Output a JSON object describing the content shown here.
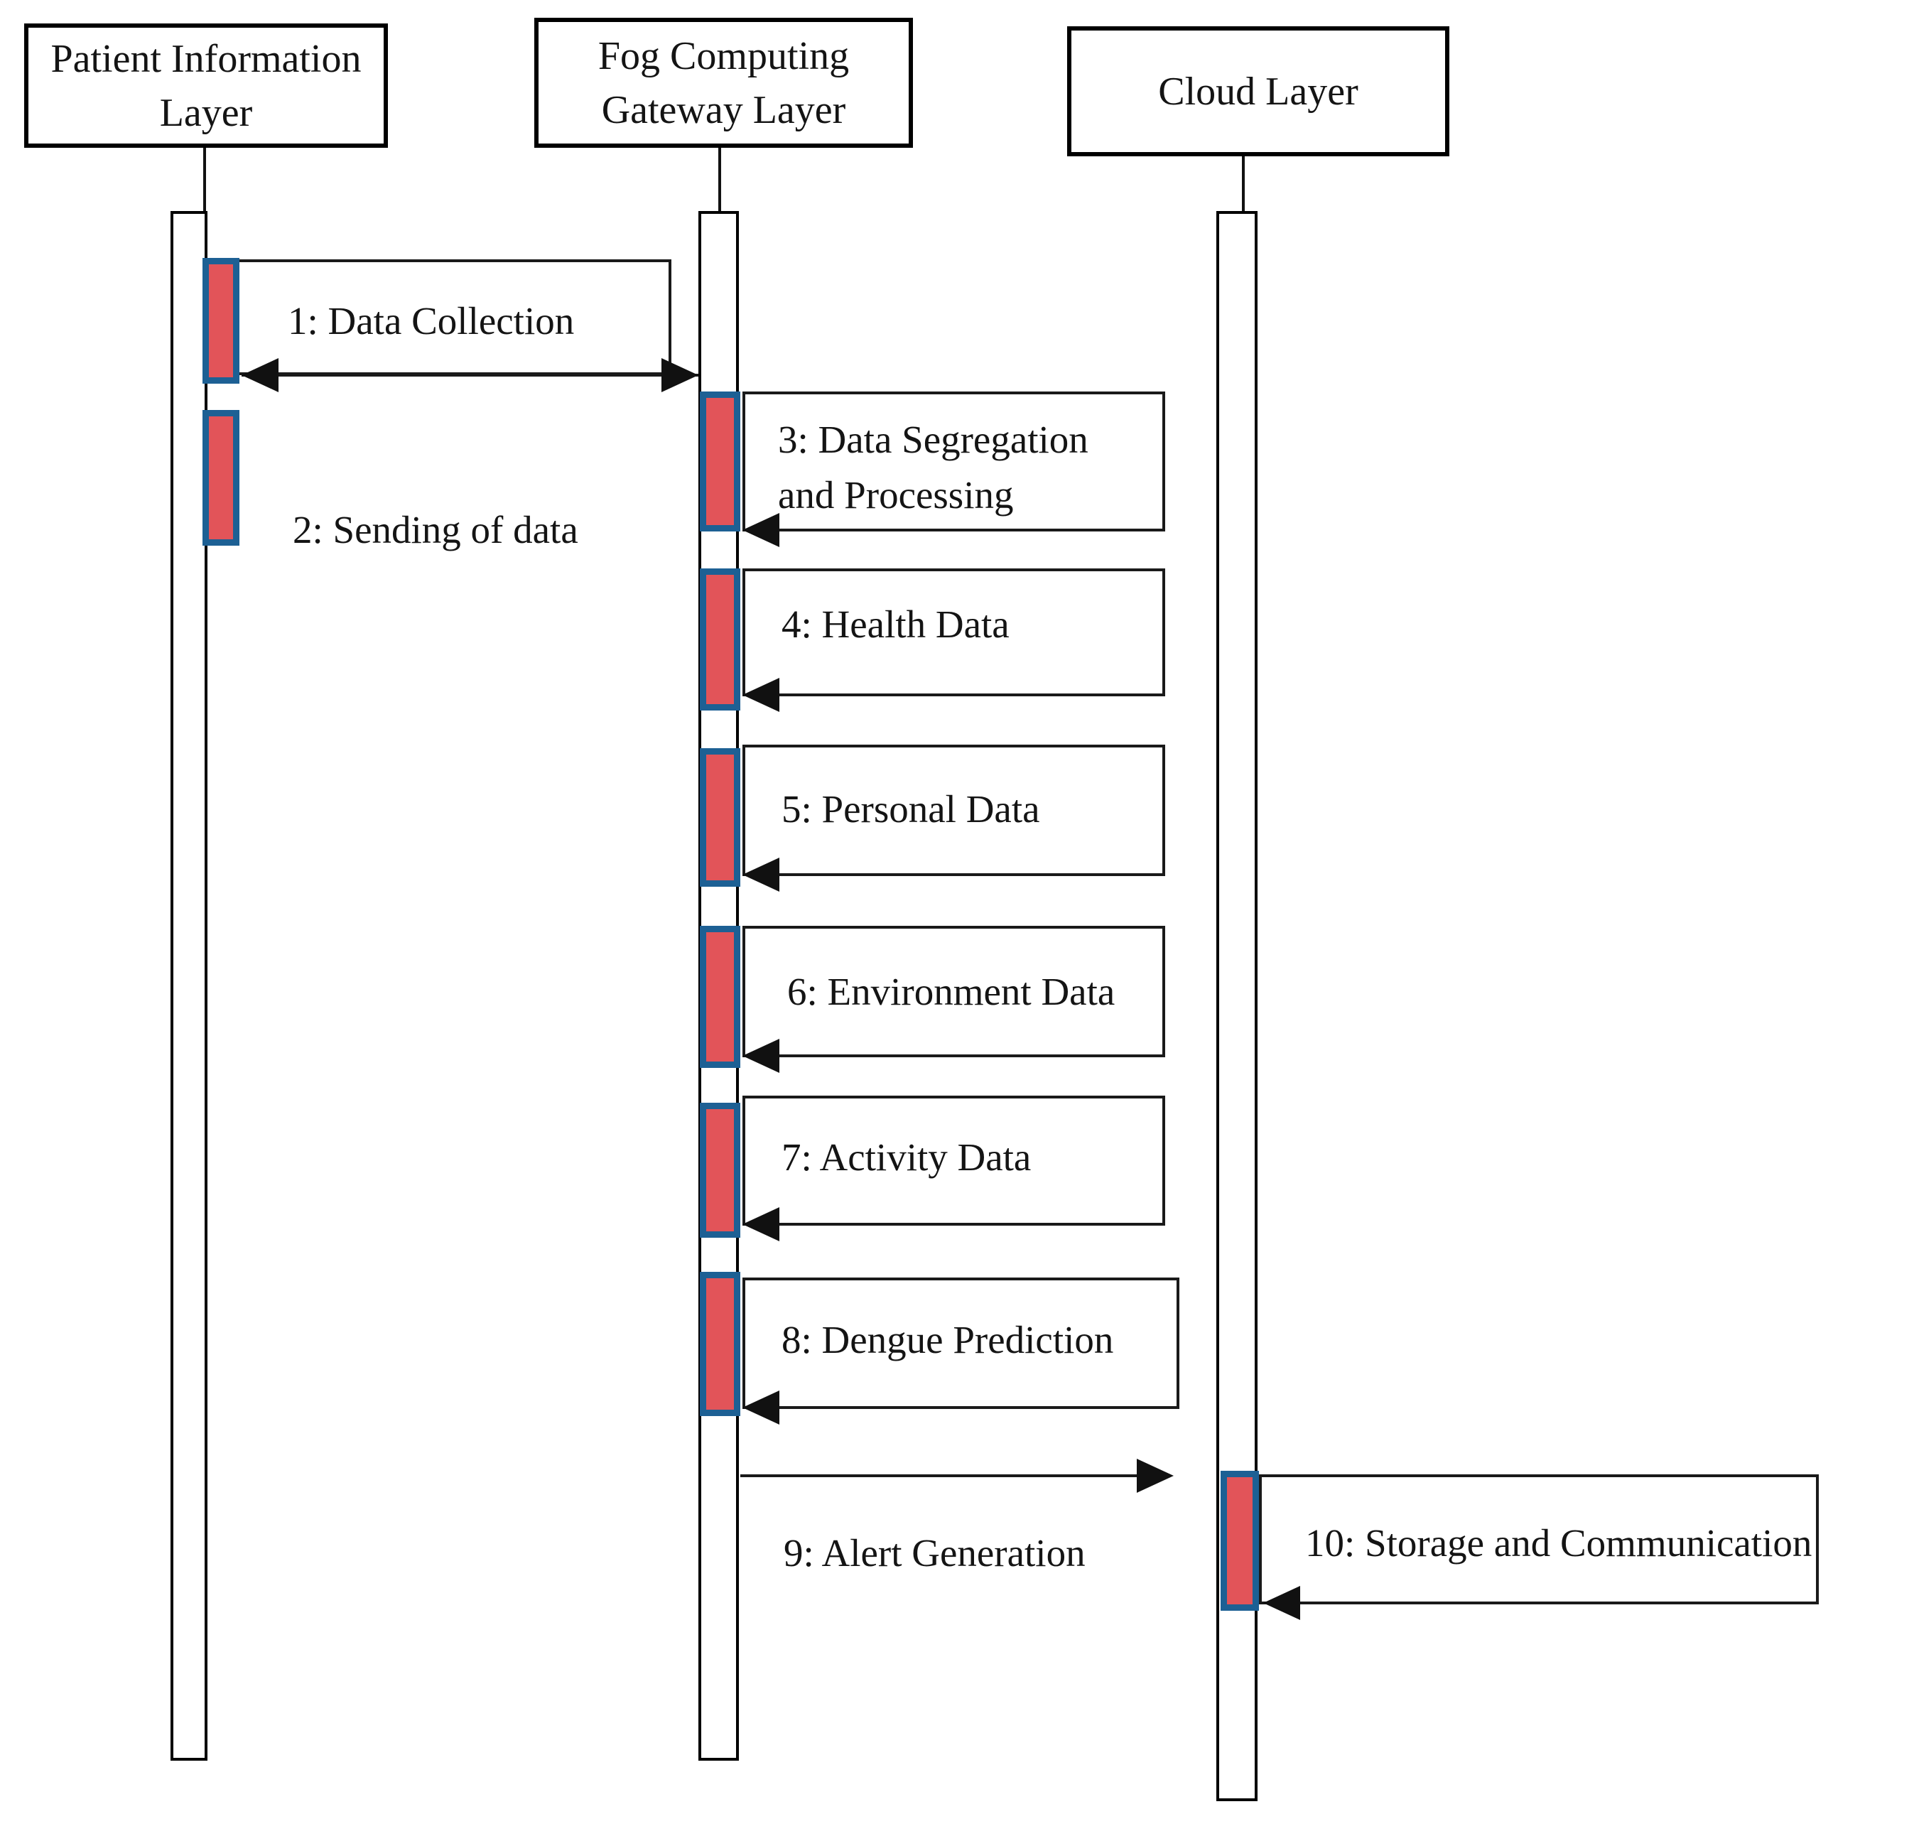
{
  "figure_type": "UML sequence diagram",
  "actors": [
    {
      "id": "patient",
      "label": "Patient Information Layer",
      "label_lines": [
        "Patient Information",
        "Layer"
      ]
    },
    {
      "id": "fog",
      "label": "Fog Computing Gateway Layer",
      "label_lines": [
        "Fog Computing",
        "Gateway Layer"
      ]
    },
    {
      "id": "cloud",
      "label": "Cloud Layer",
      "label_lines": [
        "Cloud Layer"
      ]
    }
  ],
  "messages": [
    {
      "num": "1",
      "label": "1: Data Collection",
      "from": "patient",
      "to": "fog",
      "style": "boxed double-headed arrow"
    },
    {
      "num": "2",
      "label": "2: Sending of data",
      "from": "patient",
      "to": "fog",
      "style": "label beside activation"
    },
    {
      "num": "3",
      "label": "3: Data Segregation and Processing",
      "label_lines": [
        "3: Data Segregation",
        "and Processing"
      ],
      "from": "fog",
      "to": "fog",
      "style": "boxed return arrow"
    },
    {
      "num": "4",
      "label": "4: Health Data",
      "from": "fog",
      "to": "fog",
      "style": "boxed return arrow"
    },
    {
      "num": "5",
      "label": "5: Personal Data",
      "from": "fog",
      "to": "fog",
      "style": "boxed return arrow"
    },
    {
      "num": "6",
      "label": "6: Environment Data",
      "from": "fog",
      "to": "fog",
      "style": "boxed return arrow"
    },
    {
      "num": "7",
      "label": "7: Activity Data",
      "from": "fog",
      "to": "fog",
      "style": "boxed return arrow"
    },
    {
      "num": "8",
      "label": "8: Dengue Prediction",
      "from": "fog",
      "to": "fog",
      "style": "boxed return arrow"
    },
    {
      "num": "9",
      "label": "9: Alert Generation",
      "from": "fog",
      "to": "cloud",
      "style": "open arrow with label below"
    },
    {
      "num": "10",
      "label": "10: Storage and Communication",
      "from": "cloud",
      "to": "cloud",
      "style": "boxed return arrow"
    }
  ],
  "colors": {
    "activation_fill": "#E25459",
    "activation_border": "#1D6094",
    "line": "#1A1A1A",
    "background": "#FFFFFF"
  }
}
